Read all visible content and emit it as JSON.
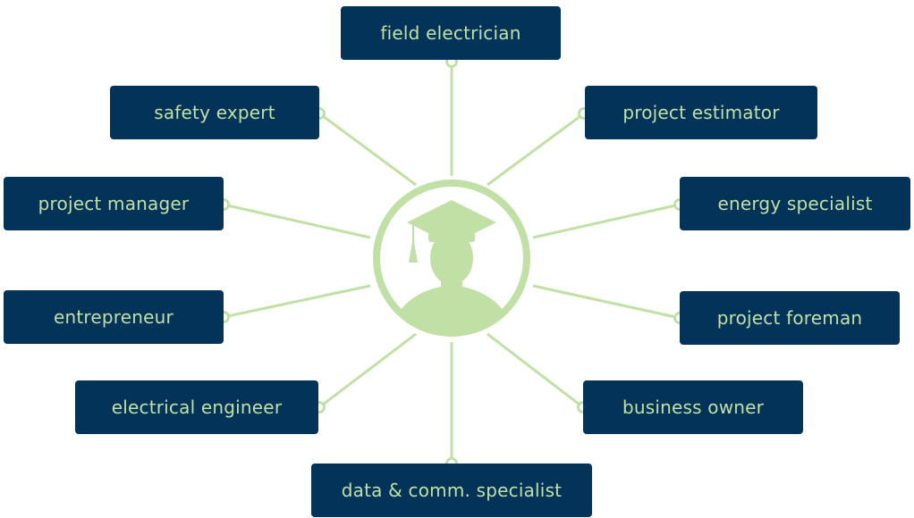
{
  "colors": {
    "box_fill": "#04335a",
    "label_text": "#c1e0a6",
    "connector": "#c1e0a6",
    "background": "#ffffff"
  },
  "hub": {
    "icon": "graduate-icon"
  },
  "careers": [
    {
      "id": "field-electrician",
      "label": "field electrician"
    },
    {
      "id": "safety-expert",
      "label": "safety expert"
    },
    {
      "id": "project-estimator",
      "label": "project estimator"
    },
    {
      "id": "project-manager",
      "label": "project manager"
    },
    {
      "id": "energy-specialist",
      "label": "energy specialist"
    },
    {
      "id": "entrepreneur",
      "label": "entrepreneur"
    },
    {
      "id": "project-foreman",
      "label": "project foreman"
    },
    {
      "id": "electrical-engineer",
      "label": "electrical engineer"
    },
    {
      "id": "business-owner",
      "label": "business owner"
    },
    {
      "id": "data-comm-specialist",
      "label": "data & comm. specialist"
    }
  ]
}
